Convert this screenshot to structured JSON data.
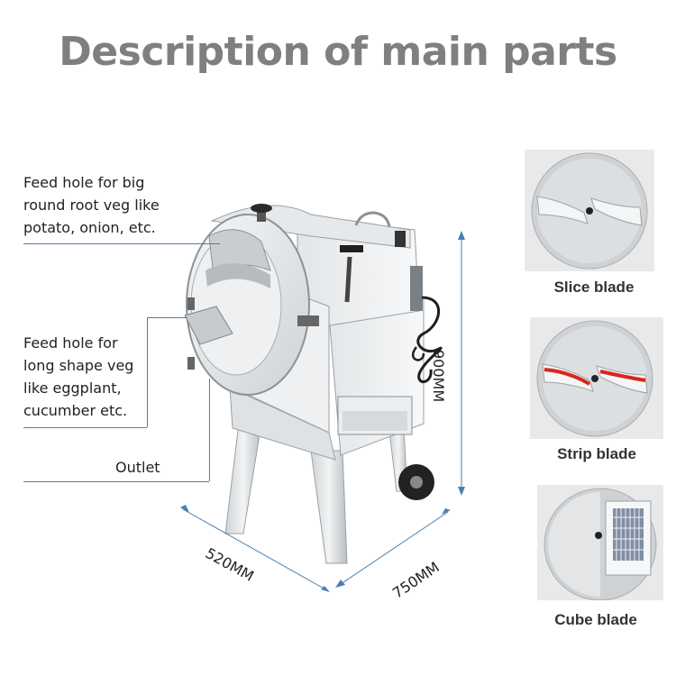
{
  "title": "Description of main parts",
  "callouts": {
    "feed_big": [
      "Feed hole for big",
      "round root veg like",
      "potato, onion, etc."
    ],
    "feed_long": [
      "Feed hole for",
      "long shape veg",
      "like eggplant,",
      "cucumber etc."
    ],
    "outlet": "Outlet"
  },
  "dimensions": {
    "height": "900MM",
    "width": "520MM",
    "depth": "750MM"
  },
  "blades": [
    {
      "label": "Slice blade",
      "icon": "slice-blade-image"
    },
    {
      "label": "Strip blade",
      "icon": "strip-blade-image"
    },
    {
      "label": "Cube blade",
      "icon": "cube-blade-image"
    }
  ],
  "colors": {
    "title": "#7f7f7f",
    "leader_lines": "#4a7fb0",
    "strip_accent": "#d9261c"
  }
}
